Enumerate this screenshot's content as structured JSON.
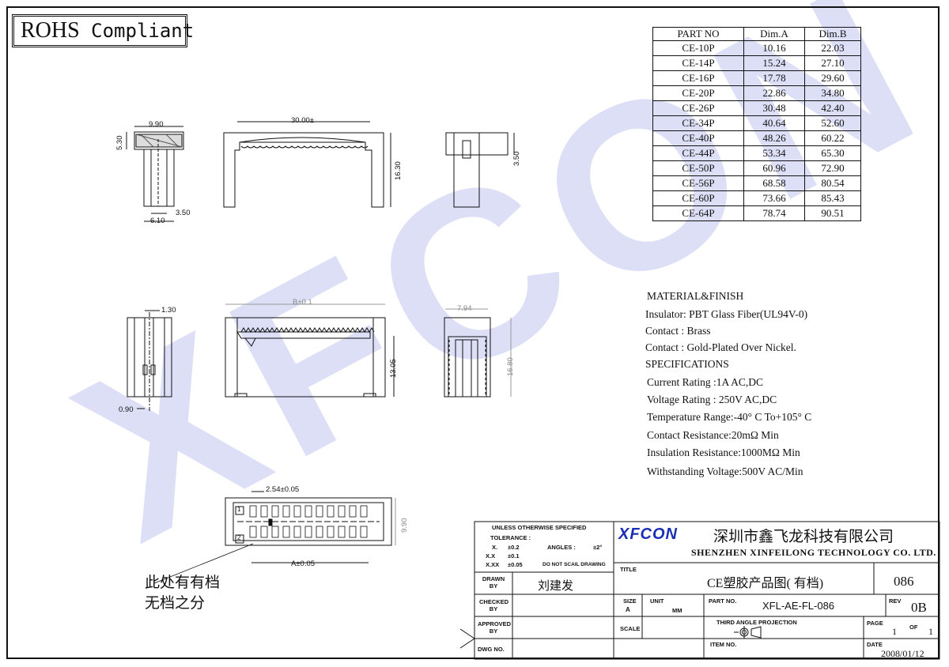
{
  "badge": {
    "rohs": "ROHS",
    "compliant": "Compliant"
  },
  "watermark": "XFCON",
  "dims_table": {
    "headers": [
      "PART NO",
      "Dim.A",
      "Dim.B"
    ],
    "rows": [
      [
        "CE-10P",
        "10.16",
        "22.03"
      ],
      [
        "CE-14P",
        "15.24",
        "27.10"
      ],
      [
        "CE-16P",
        "17.78",
        "29.60"
      ],
      [
        "CE-20P",
        "22.86",
        "34.80"
      ],
      [
        "CE-26P",
        "30.48",
        "42.40"
      ],
      [
        "CE-34P",
        "40.64",
        "52.60"
      ],
      [
        "CE-40P",
        "48.26",
        "60.22"
      ],
      [
        "CE-44P",
        "53.34",
        "65.30"
      ],
      [
        "CE-50P",
        "60.96",
        "72.90"
      ],
      [
        "CE-56P",
        "68.58",
        "80.54"
      ],
      [
        "CE-60P",
        "73.66",
        "85.43"
      ],
      [
        "CE-64P",
        "78.74",
        "90.51"
      ]
    ]
  },
  "specs": {
    "material_title": "MATERIAL&FINISH",
    "insulator": "Insulator: PBT Glass Fiber(UL94V-0)",
    "contact": "Contact :  Brass",
    "contact_plating": "Contact   : Gold-Plated Over Nickel.",
    "spec_title": "SPECIFICATIONS",
    "current": "Current  Rating  :1A AC,DC",
    "voltage": "Voltage Rating  : 250V AC,DC",
    "temperature": "Temperature Range:-40° C To+105° C",
    "contact_resistance": "Contact Resistance:20mΩ Min",
    "insulation_resistance": "Insulation Resistance:1000MΩ Min",
    "withstanding": "Withstanding Voltage:500V AC/Min"
  },
  "dims": {
    "top_left_width": "9.90",
    "top_left_height": "5.30",
    "top_left_bottom1": "3.50",
    "top_left_bottom2": "6.10",
    "top_mid_width": "30.00±",
    "top_mid_height": "16.30",
    "top_right_height": "3.50",
    "mid_left_top": "1.30",
    "mid_left_bottom": "0.90",
    "mid_mid_width": "B±0.1",
    "mid_mid_height": "13.05",
    "mid_right_width": "7.94",
    "mid_right_height": "16.80",
    "bottom_pitch": "2.54±0.05",
    "bottom_width": "A±0.05",
    "bottom_height": "9.90",
    "pin1": "1",
    "pin2": "2"
  },
  "note": {
    "line1": "此处有有档",
    "line2": "无档之分"
  },
  "title_block": {
    "tolerance_title": "UNLESS  OTHERWISE  SPECIFIED",
    "tolerance_label": "TOLERANCE :",
    "tol_x": "X.",
    "tol_x_val": "±0.2",
    "tol_xx": "X.X",
    "tol_xx_val": "±0.1",
    "tol_xxx": "X.XX",
    "tol_xxx_val": "±0.05",
    "angles_label": "ANGLES :",
    "angles_val": "±2°",
    "no_scale": "DO NOT SCAIL DRAWING",
    "brand": "XFCON",
    "company_cn": "深圳市鑫飞龙科技有限公司",
    "company_en": "SHENZHEN XINFEILONG TECHNOLOGY CO. LTD.",
    "title_label": "TITLE",
    "title_val": "CE塑胶产品图( 有档)",
    "title_num": "086",
    "drawn_label": "DRAWN BY",
    "drawn_val": "刘建发",
    "checked_label": "CHECKED BY",
    "approved_label": "APPROVED BY",
    "dwg_label": "DWG NO.",
    "size_label": "SIZE",
    "size_val": "A",
    "unit_label": "UNIT",
    "unit_val": "MM",
    "scale_label": "SCALE",
    "part_label": "PART NO.",
    "part_val": "XFL-AE-FL-086",
    "rev_label": "REV",
    "rev_val": "0B",
    "projection_label": "THIRD  ANGLE  PROJECTION",
    "page_label": "PAGE",
    "page_num": "1",
    "page_of": "OF",
    "page_total": "1",
    "item_label": "ITEM NO.",
    "date_label": "DATE",
    "date_val": "2008/01/12"
  },
  "colors": {
    "watermark": "#d9dcf5",
    "ink": "#111111",
    "brand_blue": "#1a2fb5",
    "brand_red": "#d11a1a"
  }
}
